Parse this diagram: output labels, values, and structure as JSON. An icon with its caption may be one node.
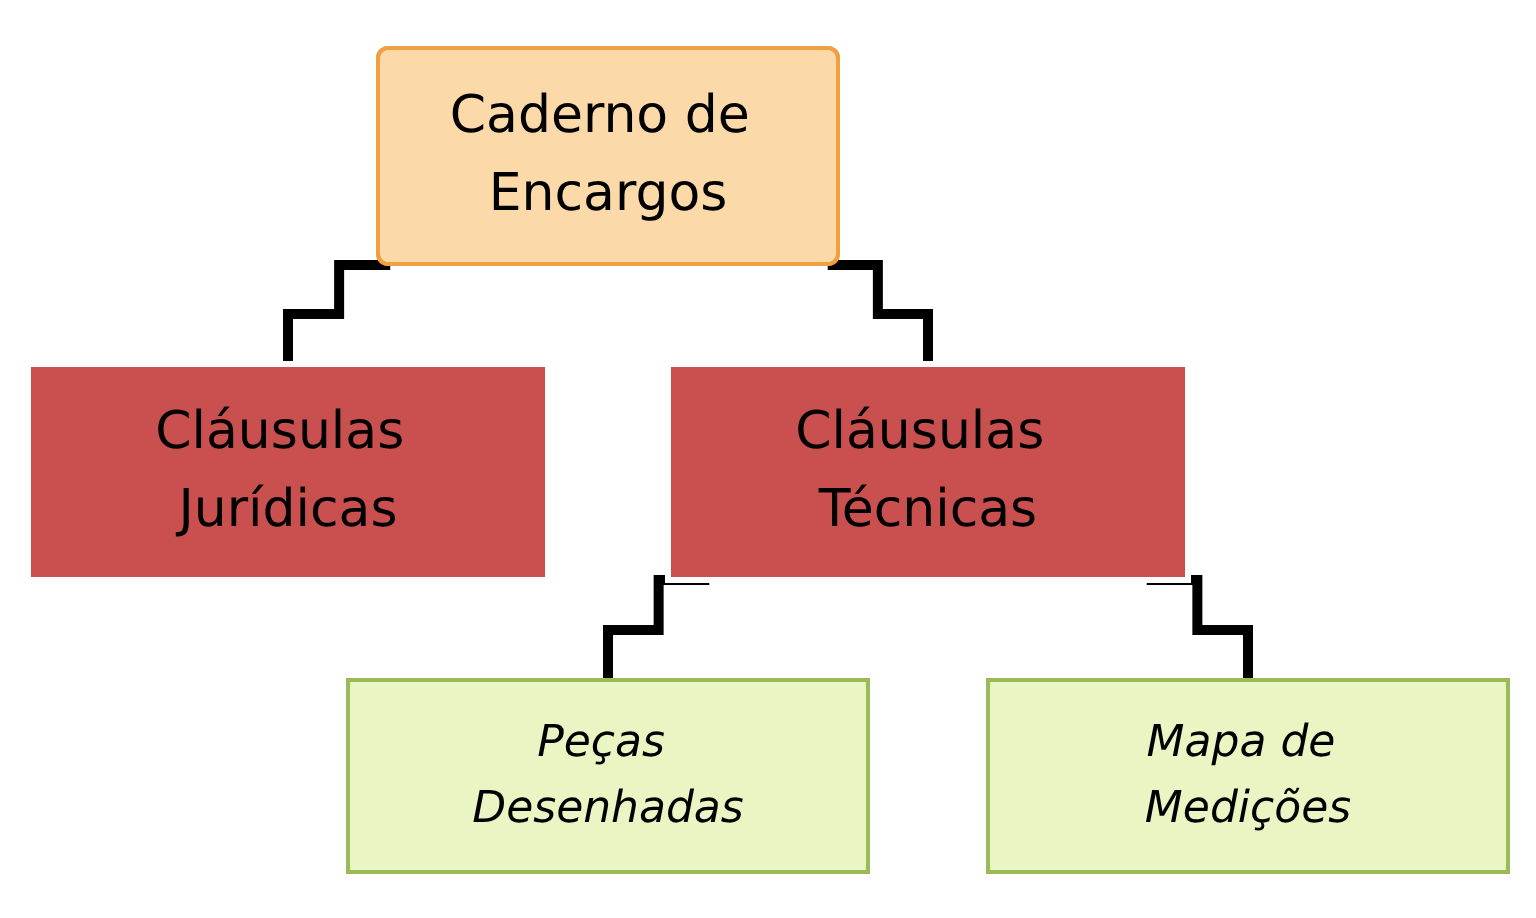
{
  "diagram": {
    "nodes": [
      {
        "text": [
          "Caderno de Encargos"
        ]
      },
      {
        "text": [
          "Cláusulas Jurídicas"
        ]
      },
      {
        "text": [
          "Cláusulas Técnicas"
        ]
      },
      {
        "text": [
          "Peças Desenhadas"
        ]
      },
      {
        "text": [
          "Mapa de Medições"
        ]
      }
    ],
    "edges": [
      {
        "from": 0,
        "to": 1,
        "arrow": "none"
      },
      {
        "from": 0,
        "to": 2,
        "arrow": "none"
      },
      {
        "from": 2,
        "to": 3,
        "arrow": "none"
      },
      {
        "from": 2,
        "to": 4,
        "arrow": "none"
      }
    ]
  }
}
